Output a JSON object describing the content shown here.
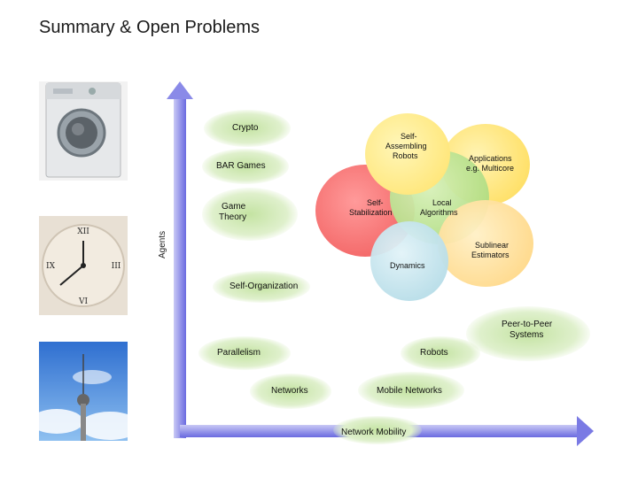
{
  "slide": {
    "title": "Summary & Open Problems",
    "y_axis_label": "Agents"
  },
  "images": [
    {
      "name": "washing-machine-photo"
    },
    {
      "name": "wall-clock-photo"
    },
    {
      "name": "tv-tower-photo"
    }
  ],
  "topics": {
    "crypto": "Crypto",
    "bar_games": "BAR Games",
    "game_theory_1": "Game",
    "game_theory_2": "Theory",
    "self_organization": "Self-Organization",
    "peer_to_peer_1": "Peer-to-Peer",
    "peer_to_peer_2": "Systems",
    "parallelism": "Parallelism",
    "robots": "Robots",
    "networks": "Networks",
    "mobile_networks": "Mobile Networks",
    "network_mobility": "Network Mobility"
  },
  "flower": {
    "self_assembling_1": "Self-",
    "self_assembling_2": "Assembling",
    "self_assembling_3": "Robots",
    "applications_1": "Applications",
    "applications_2": "e.g. Multicore",
    "self_stabilization_1": "Self-",
    "self_stabilization_2": "Stabilization",
    "local_algorithms_1": "Local",
    "local_algorithms_2": "Algorithms",
    "sublinear_1": "Sublinear",
    "sublinear_2": "Estimators",
    "dynamics": "Dynamics"
  },
  "colors": {
    "axis": "#6a6ae0",
    "blob": "#cfe8b0",
    "petal_yellow": "#ffe880",
    "petal_pink": "#f26b6b",
    "petal_green": "#b6e08a",
    "petal_orange": "#ffd98a",
    "petal_blue": "#b7dde8"
  }
}
